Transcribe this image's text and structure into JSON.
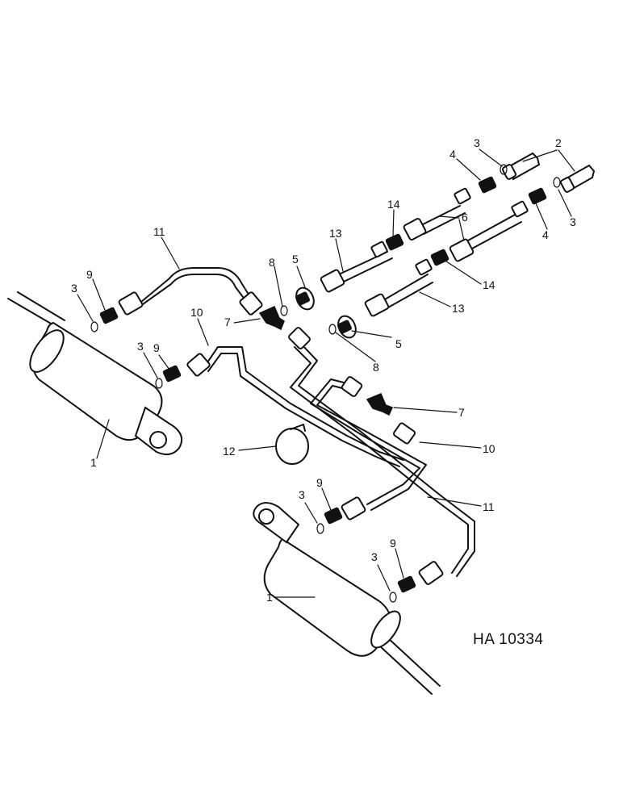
{
  "drawing_number": "HA 10334",
  "callouts": [
    {
      "id": "c1a",
      "text": "1"
    },
    {
      "id": "c1b",
      "text": "1"
    },
    {
      "id": "c2",
      "text": "2"
    },
    {
      "id": "c3a",
      "text": "3"
    },
    {
      "id": "c3b",
      "text": "3"
    },
    {
      "id": "c3c",
      "text": "3"
    },
    {
      "id": "c3d",
      "text": "3"
    },
    {
      "id": "c3e",
      "text": "3"
    },
    {
      "id": "c3f",
      "text": "3"
    },
    {
      "id": "c4a",
      "text": "4"
    },
    {
      "id": "c4b",
      "text": "4"
    },
    {
      "id": "c5a",
      "text": "5"
    },
    {
      "id": "c5b",
      "text": "5"
    },
    {
      "id": "c6",
      "text": "6"
    },
    {
      "id": "c7a",
      "text": "7"
    },
    {
      "id": "c7b",
      "text": "7"
    },
    {
      "id": "c8a",
      "text": "8"
    },
    {
      "id": "c8b",
      "text": "8"
    },
    {
      "id": "c9a",
      "text": "9"
    },
    {
      "id": "c9b",
      "text": "9"
    },
    {
      "id": "c9c",
      "text": "9"
    },
    {
      "id": "c9d",
      "text": "9"
    },
    {
      "id": "c10a",
      "text": "10"
    },
    {
      "id": "c10b",
      "text": "10"
    },
    {
      "id": "c11a",
      "text": "11"
    },
    {
      "id": "c11b",
      "text": "11"
    },
    {
      "id": "c12",
      "text": "12"
    },
    {
      "id": "c13a",
      "text": "13"
    },
    {
      "id": "c13b",
      "text": "13"
    },
    {
      "id": "c14a",
      "text": "14"
    },
    {
      "id": "c14b",
      "text": "14"
    }
  ]
}
